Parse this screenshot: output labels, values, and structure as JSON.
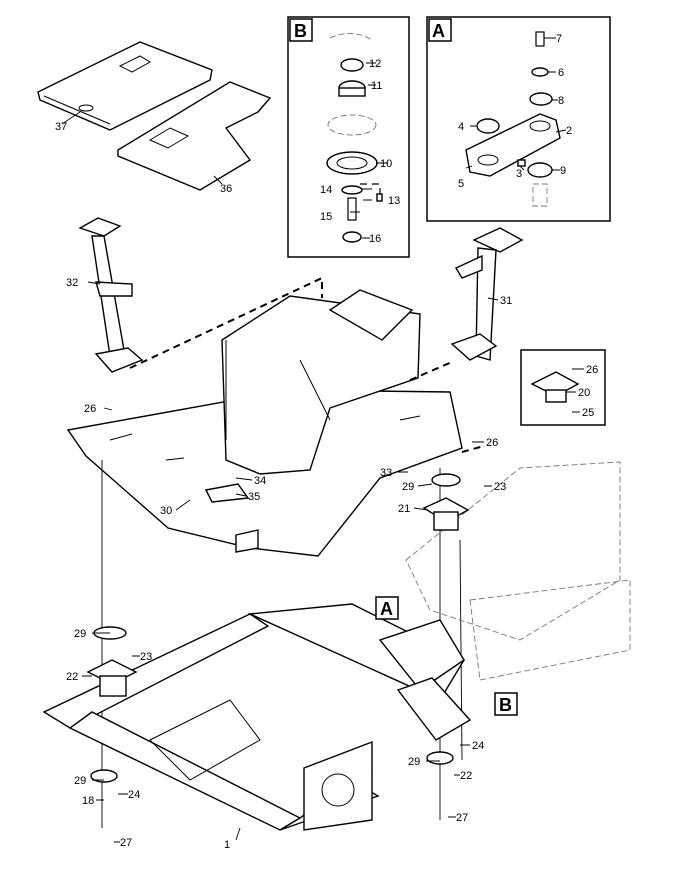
{
  "callouts": {
    "c1": "1",
    "c2": "2",
    "c3": "3",
    "c4": "4",
    "c5": "5",
    "c6": "6",
    "c7": "7",
    "c8": "8",
    "c9": "9",
    "c10": "10",
    "c11": "11",
    "c12": "12",
    "c13": "13",
    "c14": "14",
    "c15": "15",
    "c16": "16",
    "c18": "18",
    "c20": "20",
    "c21": "21",
    "c22a": "22",
    "c22b": "22",
    "c23a": "23",
    "c23b": "23",
    "c24a": "24",
    "c24b": "24",
    "c25": "25",
    "c26a": "26",
    "c26b": "26",
    "c26c": "26",
    "c27a": "27",
    "c27b": "27",
    "c29a": "29",
    "c29b": "29",
    "c29c": "29",
    "c29d": "29",
    "c30": "30",
    "c31": "31",
    "c32": "32",
    "c33": "33",
    "c34": "34",
    "c35": "35",
    "c36": "36",
    "c37": "37"
  },
  "detail_boxes": {
    "A": "A",
    "B": "B",
    "A_ref": "A",
    "B_ref": "B"
  }
}
